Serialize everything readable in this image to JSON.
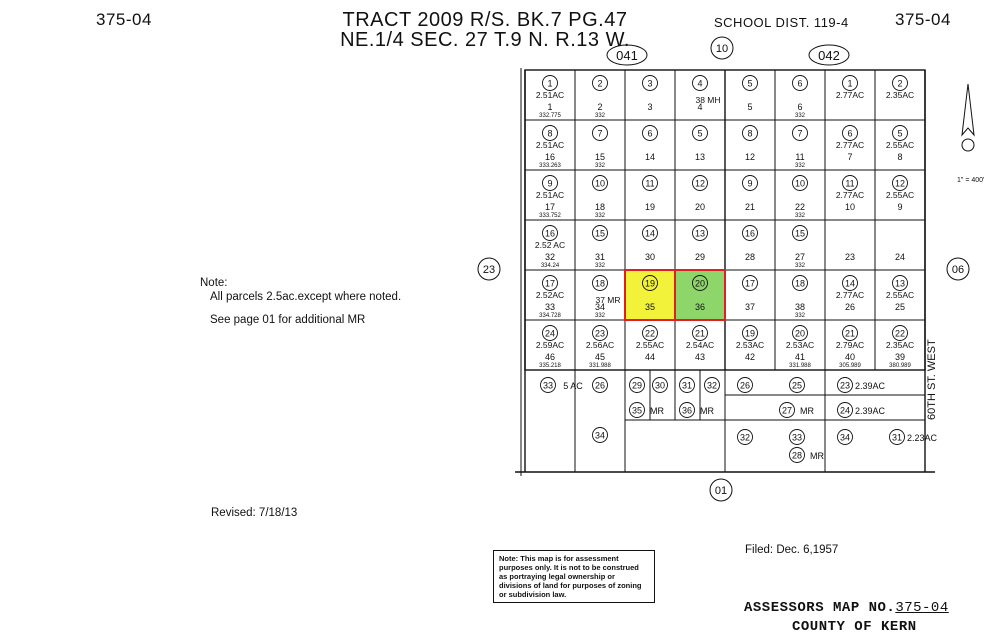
{
  "header": {
    "code_left": "375-04",
    "code_right": "375-04",
    "title_line1": "TRACT 2009 R/S. BK.7 PG.47",
    "title_line2": "NE.1/4 SEC. 27 T.9 N. R.13 W.",
    "school_district": "SCHOOL DIST. 119-4"
  },
  "map_refs": {
    "top_left": "041",
    "top_center": "10",
    "top_right": "042",
    "left": "23",
    "right": "06",
    "bottom": "01"
  },
  "street": "60TH ST. WEST",
  "scale": "1\" = 400'",
  "notes": {
    "label": "Note:",
    "line1": "All parcels 2.5ac.except where noted.",
    "line2": "See page 01 for additional MR"
  },
  "revised": "Revised: 7/18/13",
  "filed": "Filed: Dec. 6,1957",
  "disclaimer": "Note: This map is for assessment purposes only. It is not to be construed as portraying legal ownership or divisions of land for purposes of zoning or subdivision law.",
  "footer": {
    "map_no_label": "ASSESSORS MAP NO.",
    "map_no_value": "375-04",
    "county": "COUNTY OF KERN"
  },
  "highlight_colors": {
    "parcel_19": "#f2f23a",
    "parcel_20": "#8ed66a",
    "border": "#e02020"
  },
  "parcels": [
    {
      "id": "row1-c1",
      "circle": "1",
      "acres": "2.51AC",
      "lot": "1",
      "dim": "332.775"
    },
    {
      "id": "row1-c2",
      "circle": "2",
      "lot": "2",
      "dim": "332"
    },
    {
      "id": "row1-c3",
      "circle": "3",
      "lot": "3"
    },
    {
      "id": "row1-c4",
      "circle": "4",
      "extra": "38 MH",
      "lot": "4"
    },
    {
      "id": "row1-c5",
      "circle": "5",
      "lot": "5"
    },
    {
      "id": "row1-c6",
      "circle": "6",
      "lot": "6",
      "dim": "332"
    },
    {
      "id": "row1-c7",
      "circle": "1",
      "acres": "2.77AC"
    },
    {
      "id": "row1-c8",
      "circle": "2",
      "acres": "2.35AC"
    },
    {
      "id": "row2-c1",
      "circle": "8",
      "acres": "2.51AC",
      "lot": "16",
      "dim": "333.263"
    },
    {
      "id": "row2-c2",
      "circle": "7",
      "lot": "15",
      "dim": "332"
    },
    {
      "id": "row2-c3",
      "circle": "6",
      "lot": "14"
    },
    {
      "id": "row2-c4",
      "circle": "5",
      "lot": "13"
    },
    {
      "id": "row2-c5",
      "circle": "8",
      "lot": "12"
    },
    {
      "id": "row2-c6",
      "circle": "7",
      "lot": "11",
      "dim": "332"
    },
    {
      "id": "row2-c7",
      "circle": "6",
      "acres": "2.77AC",
      "lot": "7"
    },
    {
      "id": "row2-c8",
      "circle": "5",
      "acres": "2.55AC",
      "lot": "8"
    },
    {
      "id": "row3-c1",
      "circle": "9",
      "acres": "2.51AC",
      "lot": "17",
      "dim": "333.752"
    },
    {
      "id": "row3-c2",
      "circle": "10",
      "lot": "18",
      "dim": "332"
    },
    {
      "id": "row3-c3",
      "circle": "11",
      "lot": "19"
    },
    {
      "id": "row3-c4",
      "circle": "12",
      "lot": "20"
    },
    {
      "id": "row3-c5",
      "circle": "9",
      "lot": "21"
    },
    {
      "id": "row3-c6",
      "circle": "10",
      "lot": "22",
      "dim": "332"
    },
    {
      "id": "row3-c7",
      "circle": "11",
      "acres": "2.77AC",
      "lot": "10"
    },
    {
      "id": "row3-c8",
      "circle": "12",
      "acres": "2.55AC",
      "lot": "9"
    },
    {
      "id": "row4-c1",
      "circle": "16",
      "acres": "2.52 AC",
      "lot": "32",
      "dim": "334.24"
    },
    {
      "id": "row4-c2",
      "circle": "15",
      "lot": "31",
      "dim": "332"
    },
    {
      "id": "row4-c3",
      "circle": "14",
      "lot": "30"
    },
    {
      "id": "row4-c4",
      "circle": "13",
      "lot": "29"
    },
    {
      "id": "row4-c5",
      "circle": "16",
      "lot": "28"
    },
    {
      "id": "row4-c6",
      "circle": "15",
      "lot": "27",
      "dim": "332"
    },
    {
      "id": "row4-c7",
      "lot": "23"
    },
    {
      "id": "row4-c8",
      "lot": "24"
    },
    {
      "id": "row5-c1",
      "circle": "17",
      "acres": "2.52AC",
      "lot": "33",
      "dim": "334.728"
    },
    {
      "id": "row5-c2",
      "circle": "18",
      "extra": "37 MR",
      "lot": "34",
      "dim": "332"
    },
    {
      "id": "row5-c3",
      "circle": "19",
      "lot": "35"
    },
    {
      "id": "row5-c4",
      "circle": "20",
      "lot": "36"
    },
    {
      "id": "row5-c5",
      "circle": "17",
      "lot": "37"
    },
    {
      "id": "row5-c6",
      "circle": "18",
      "lot": "38",
      "dim": "332"
    },
    {
      "id": "row5-c7",
      "circle": "14",
      "acres": "2.77AC",
      "lot": "26"
    },
    {
      "id": "row5-c8",
      "circle": "13",
      "acres": "2.55AC",
      "lot": "25"
    },
    {
      "id": "row6-c1",
      "circle": "24",
      "acres": "2.59AC",
      "lot": "46",
      "dim": "335.218"
    },
    {
      "id": "row6-c2",
      "circle": "23",
      "acres": "2.56AC",
      "lot": "45",
      "dim": "331.988"
    },
    {
      "id": "row6-c3",
      "circle": "22",
      "acres": "2.55AC",
      "lot": "44"
    },
    {
      "id": "row6-c4",
      "circle": "21",
      "acres": "2.54AC",
      "lot": "43"
    },
    {
      "id": "row6-c5",
      "circle": "19",
      "acres": "2.53AC",
      "lot": "42"
    },
    {
      "id": "row6-c6",
      "circle": "20",
      "acres": "2.53AC",
      "lot": "41",
      "dim": "331.988"
    },
    {
      "id": "row6-c7",
      "circle": "21",
      "acres": "2.79AC",
      "lot": "40",
      "dim": "305.989"
    },
    {
      "id": "row6-c8",
      "circle": "22",
      "acres": "2.35AC",
      "lot": "39",
      "dim": "380.989"
    }
  ],
  "lower_parcels": [
    {
      "id": "p33",
      "circle": "33",
      "acres": "5 AC"
    },
    {
      "id": "p26a",
      "circle": "26"
    },
    {
      "id": "p29",
      "circle": "29"
    },
    {
      "id": "p30",
      "circle": "30"
    },
    {
      "id": "p31",
      "circle": "31"
    },
    {
      "id": "p32",
      "circle": "32"
    },
    {
      "id": "p35",
      "circle": "35",
      "extra": "MR"
    },
    {
      "id": "p36",
      "circle": "36",
      "extra": "MR"
    },
    {
      "id": "p34a",
      "circle": "34"
    },
    {
      "id": "p26b",
      "circle": "26"
    },
    {
      "id": "p25",
      "circle": "25"
    },
    {
      "id": "p23",
      "circle": "23",
      "acres": "2.39AC"
    },
    {
      "id": "p27",
      "circle": "27",
      "extra": "MR"
    },
    {
      "id": "p24",
      "circle": "24",
      "acres": "2.39AC"
    },
    {
      "id": "p32b",
      "circle": "32"
    },
    {
      "id": "p33b",
      "circle": "33"
    },
    {
      "id": "p34b",
      "circle": "34"
    },
    {
      "id": "p31b",
      "circle": "31",
      "acres": "2.23AC"
    },
    {
      "id": "p28",
      "circle": "28",
      "extra": "MR"
    }
  ]
}
